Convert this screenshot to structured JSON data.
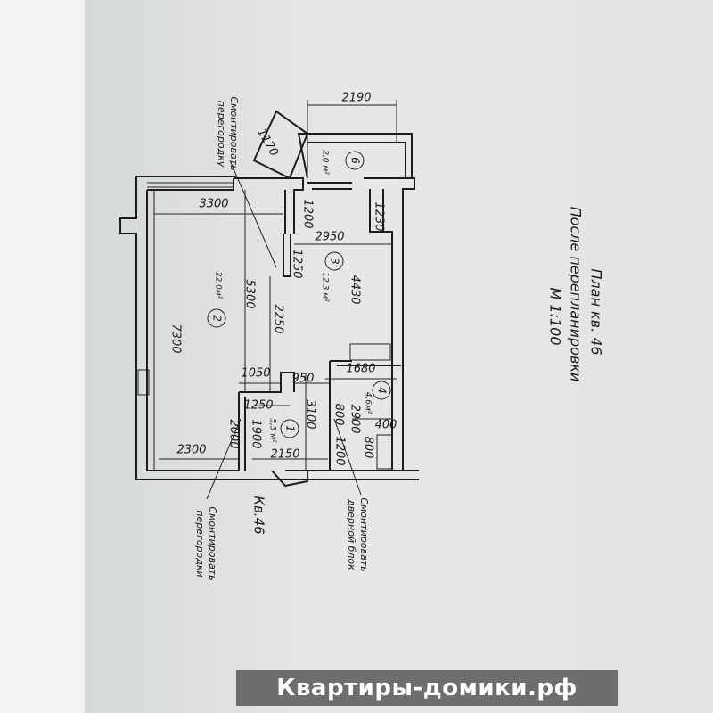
{
  "title": {
    "line1": "План кв. 46",
    "line2": "После перепланировки",
    "scale": "М 1:100"
  },
  "apartment_label": "Кв.46",
  "rooms": [
    {
      "number": "1",
      "area": "5,3 м²"
    },
    {
      "number": "2",
      "area": "22,0м²"
    },
    {
      "number": "3",
      "area": "12,3 м²"
    },
    {
      "number": "4",
      "area": "4,6м²"
    },
    {
      "number": "6",
      "area": "2,0 м²"
    }
  ],
  "dimensions": [
    "2190",
    "1170",
    "3300",
    "1200",
    "1230",
    "2950",
    "1250",
    "4430",
    "5300",
    "2250",
    "7300",
    "1050",
    "950",
    "1680",
    "1250",
    "3100",
    "800",
    "2900",
    "400",
    "1900",
    "2000",
    "2300",
    "2150",
    "1200",
    "800"
  ],
  "notes": {
    "top": [
      "Смонтировать",
      "перегородку"
    ],
    "bottom_left": [
      "Смонтировать",
      "перегородки"
    ],
    "bottom_right": [
      "Смонтировать",
      "дверной блок"
    ]
  },
  "watermark": "Квартиры-домики.рф"
}
